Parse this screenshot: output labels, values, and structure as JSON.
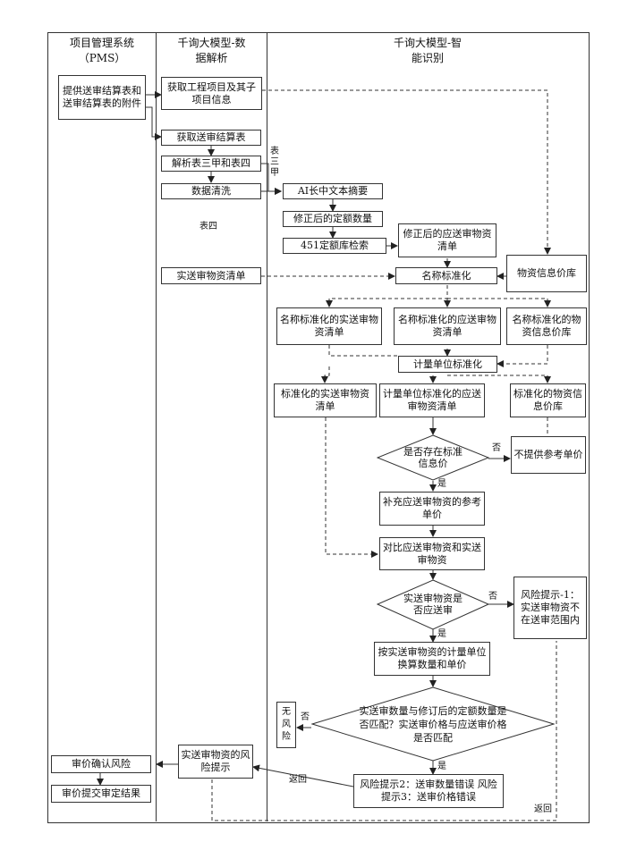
{
  "lanes": [
    {
      "title": "项目管理系统",
      "subtitle": "（PMS）"
    },
    {
      "title": "千询大模型-数",
      "subtitle": "据解析"
    },
    {
      "title": "千询大模型-智",
      "subtitle": "能识别"
    }
  ],
  "nodes": {
    "pms_provide": "提供送审结算表和送审结算表的附件",
    "get_project": "获取工程项目及其子项目信息",
    "get_budget": "获取送审结算表",
    "parse_tables": "解析表三甲和表四",
    "data_clean": "数据清洗",
    "ai_extract": "AI长中文本摘要",
    "corrected_quota": "修正后的定额数量",
    "quota_retrieval": "451定额库检索",
    "corrected_list": "修正后的应送审物资清单",
    "actual_list": "实送审物资清单",
    "name_std": "名称标准化",
    "price_lib": "物资信息价库",
    "std_actual": "名称标准化的实送审物资清单",
    "std_expected": "名称标准化的应送审物资清单",
    "std_price": "名称标准化的物资信息价库",
    "unit_std": "计量单位标准化",
    "std_actual_list": "标准化的实送审物资清单",
    "unit_std_expected": "计量单位标准化的应送审物资清单",
    "std_price_lib": "标准化的物资信息价库",
    "has_price_q": "是否存在标准信息价",
    "no_ref": "不提供参考单价",
    "fill_ref": "补充应送审物资的参考单价",
    "compare": "对比应送审物资和实送审物资",
    "in_scope_q": "实送审物资是否应送审",
    "risk1": "风险提示-1：实送审物资不在送审范围内",
    "convert": "按实送审物资的计量单位换算数量和单价",
    "match_q": "实送审数量与修订后的定额数量是否匹配？实送审价格与应送审价格是否匹配",
    "no_risk": "无风险",
    "risk23": "风险提示2：送审数量错误 风险提示3：送审价格错误",
    "risk_hint": "实送审物资的风险提示",
    "confirm_risk": "审价确认风险",
    "submit": "审价提交审定结果"
  },
  "labels": {
    "table3": "表三甲",
    "table4": "表四",
    "yes1": "是",
    "no1": "否",
    "yes2": "是",
    "no2": "否",
    "yes3": "是",
    "no3": "否",
    "return1": "返回",
    "return2": "返回"
  }
}
